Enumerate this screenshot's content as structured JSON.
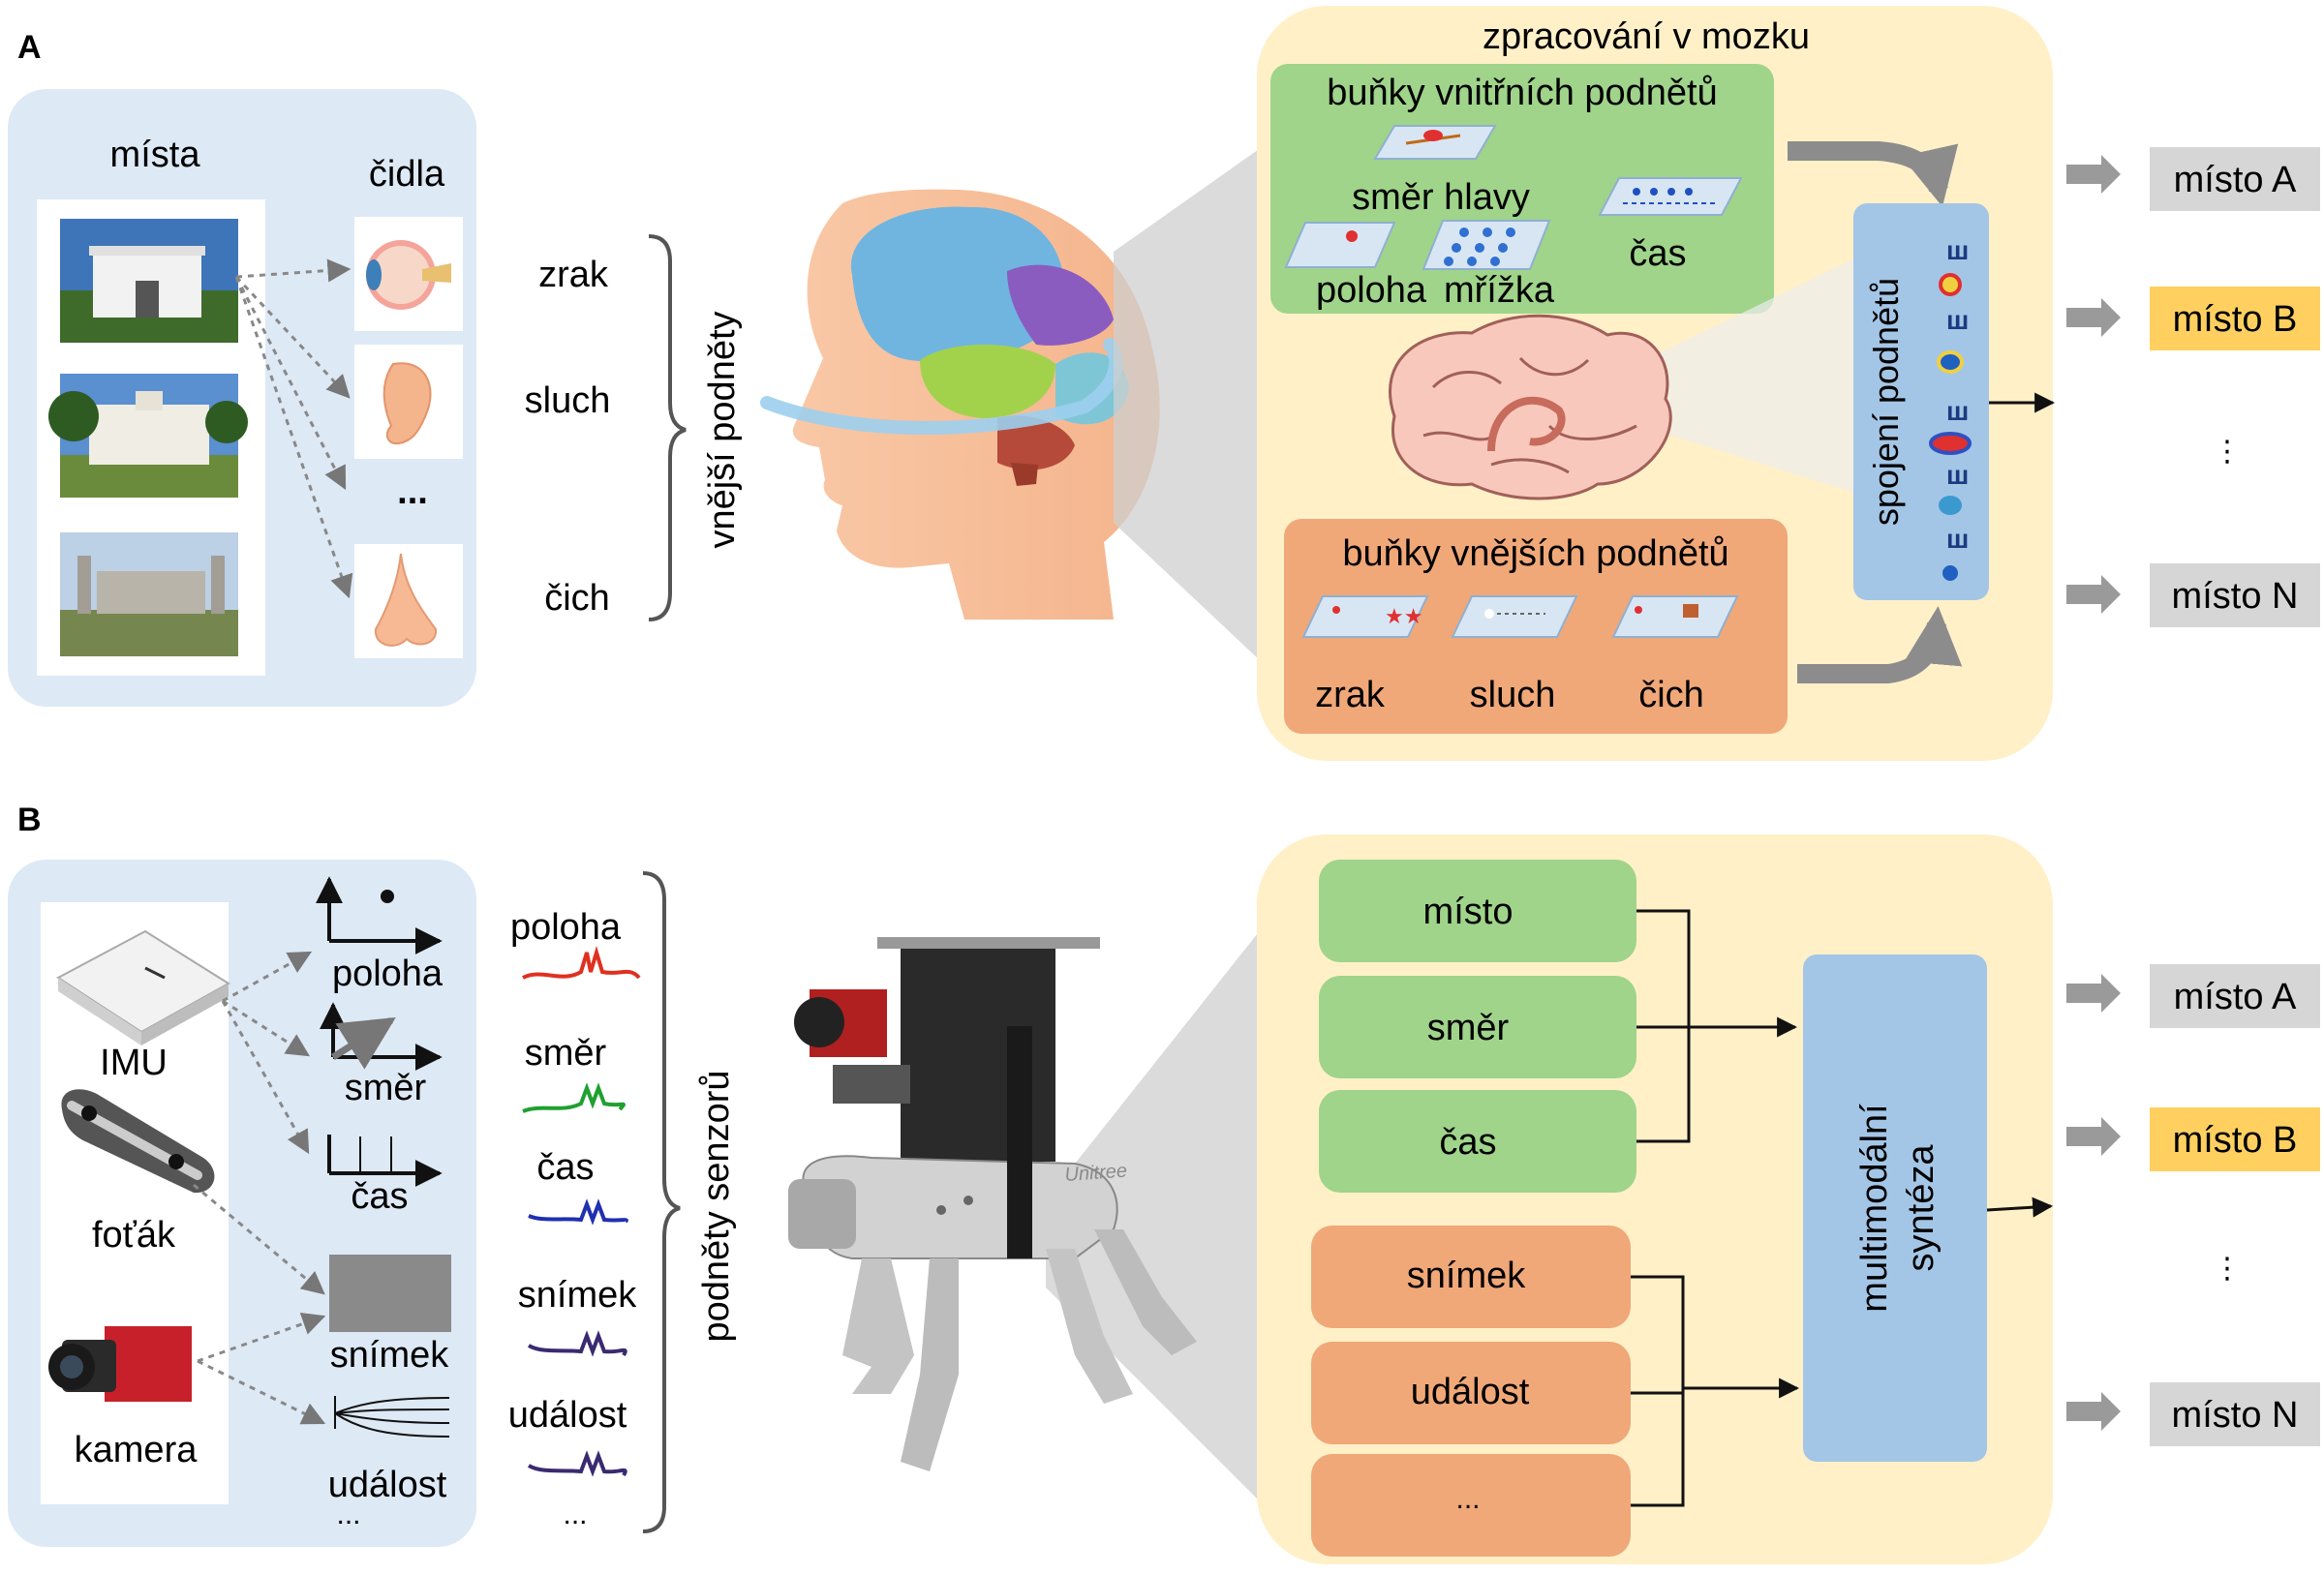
{
  "panel_a": {
    "letter": "A",
    "places_title": "místa",
    "sensors_title": "čidla",
    "sensor_dots": "...",
    "senses": [
      "zrak",
      "sluch",
      "čich"
    ],
    "external_cues": "vnější podněty",
    "brain_title": "zpracování v mozku",
    "internal_cells_title": "buňky vnitřních podnětů",
    "internal_cells": [
      "směr hlavy",
      "čas",
      "poloha",
      "mřížka"
    ],
    "external_cells_title": "buňky vnějších podnětů",
    "external_cells": [
      "zrak",
      "sluch",
      "čich"
    ],
    "cue_binding": "spojení podnětů",
    "places": [
      "místo A",
      "místo B",
      "⋮",
      "místo N"
    ]
  },
  "panel_b": {
    "letter": "B",
    "imu": "IMU",
    "camera": "foťák",
    "event_camera": "kamera",
    "signals": [
      "poloha",
      "směr",
      "čas",
      "snímek",
      "událost",
      "..."
    ],
    "cues": [
      "poloha",
      "směr",
      "čas",
      "snímek",
      "událost",
      "..."
    ],
    "sensor_cues": "podněty senzorů",
    "robot_brand": "Unitree",
    "green_boxes": [
      "místo",
      "směr",
      "čas"
    ],
    "orange_boxes": [
      "snímek",
      "událost",
      "..."
    ],
    "fusion_line1": "multimodální",
    "fusion_line2": "syntéza",
    "places": [
      "místo A",
      "místo B",
      "⋮",
      "místo N"
    ]
  },
  "colors": {
    "panel_blue": "#dde9f5",
    "panel_cream": "#fff0c8",
    "green": "#9fd48a",
    "orange": "#f0a878",
    "fusion_blue": "#a4c6e6",
    "place_gray": "#d6d6d6",
    "place_yellow": "#ffd060",
    "arrow_gray": "#9a9a9a",
    "projection_gray": "#cfcfcf"
  }
}
